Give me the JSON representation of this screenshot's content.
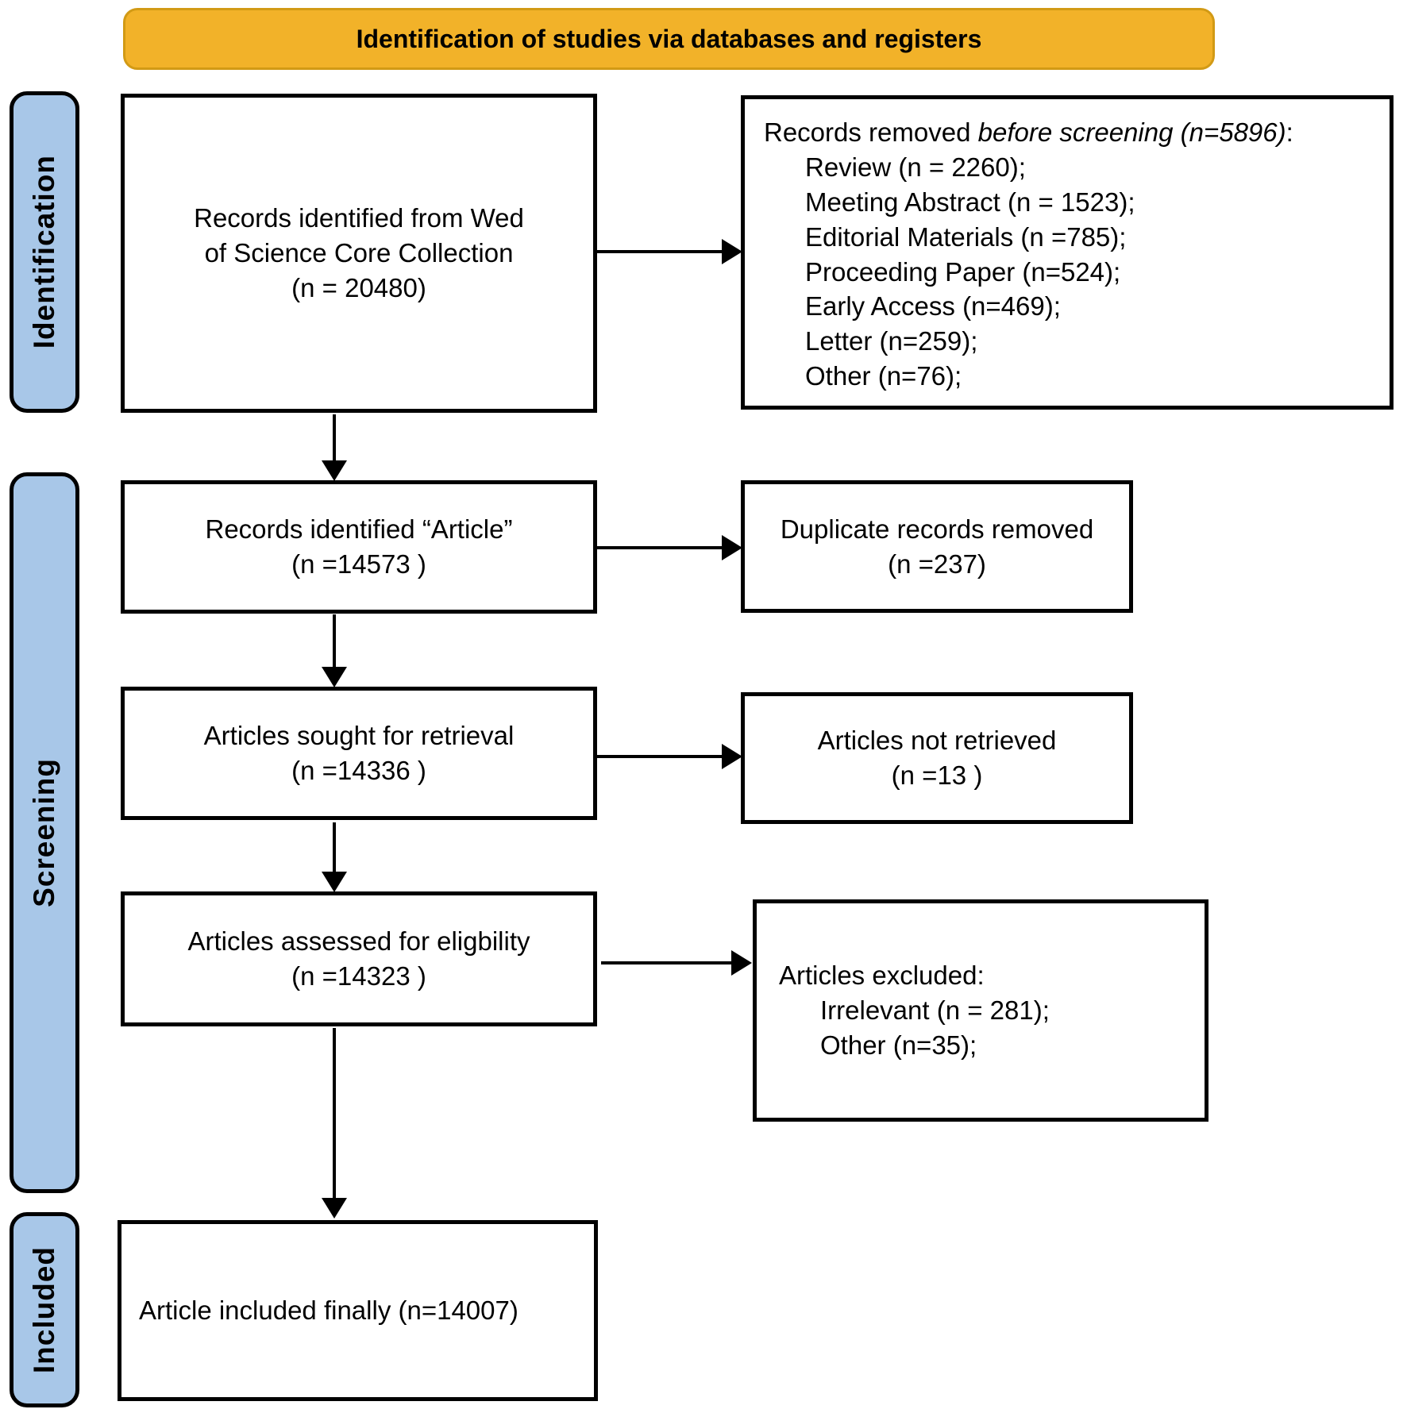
{
  "banner": {
    "title": "Identification of studies via databases and registers"
  },
  "stages": {
    "identification": "Identification",
    "screening": "Screening",
    "included": "Included"
  },
  "boxes": {
    "records_identified": {
      "lines": [
        "Records identified from Wed",
        "of Science Core Collection",
        "(n = 20480)"
      ]
    },
    "records_removed": {
      "prefix": "Records removed ",
      "italic": "before screening (n=5896)",
      "suffix": ":",
      "items": [
        "Review (n = 2260);",
        "Meeting Abstract (n = 1523);",
        "Editorial Materials (n =785);",
        "Proceeding Paper (n=524);",
        "Early Access (n=469);",
        "Letter (n=259);",
        "Other (n=76);"
      ]
    },
    "records_article": {
      "lines": [
        "Records identified “Article”",
        "(n =14573 )"
      ]
    },
    "duplicates_removed": {
      "lines": [
        "Duplicate records removed",
        "(n =237)"
      ]
    },
    "sought_retrieval": {
      "lines": [
        "Articles sought for retrieval",
        "(n =14336 )"
      ]
    },
    "not_retrieved": {
      "lines": [
        "Articles not retrieved",
        "(n =13 )"
      ]
    },
    "assessed_eligibility": {
      "lines": [
        "Articles assessed for eligbility",
        "(n =14323 )"
      ]
    },
    "articles_excluded": {
      "header": "Articles excluded:",
      "items": [
        "Irrelevant  (n = 281);",
        "Other (n=35);"
      ]
    },
    "included_finally": {
      "text": "Article included finally (n=14007)"
    }
  },
  "colors": {
    "banner-fill": "#F2B229",
    "banner-border": "#D29A15",
    "stage-fill": "#A8C7E8",
    "box-border": "#000000",
    "arrow": "#000000"
  }
}
